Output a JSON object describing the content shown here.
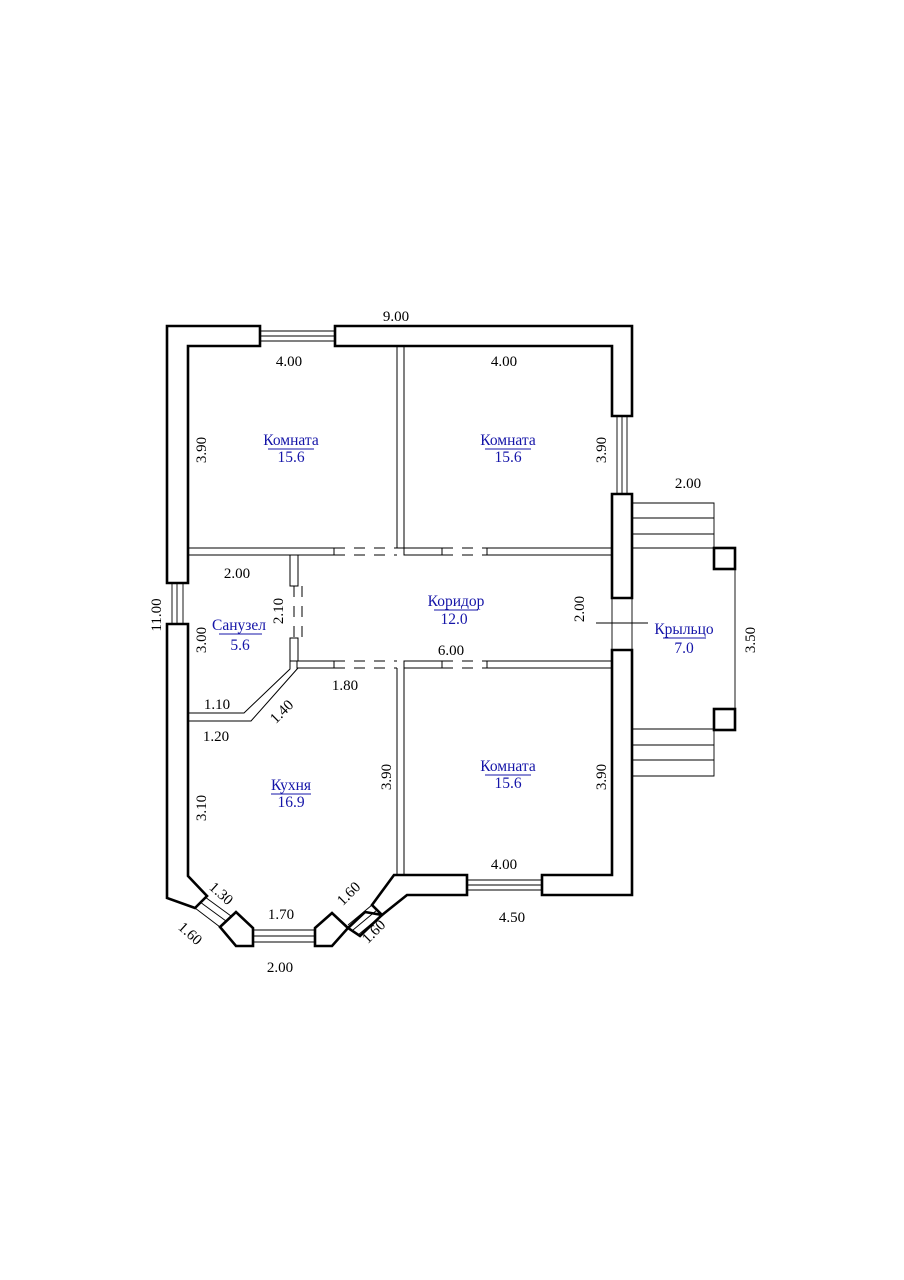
{
  "rooms": {
    "bedroom_nw": {
      "name": "Комната",
      "area": "15.6"
    },
    "bedroom_ne": {
      "name": "Комната",
      "area": "15.6"
    },
    "bedroom_se": {
      "name": "Комната",
      "area": "15.6"
    },
    "bathroom": {
      "name": "Санузел",
      "area": "5.6"
    },
    "corridor": {
      "name": "Коридор",
      "area": "12.0"
    },
    "kitchen": {
      "name": "Кухня",
      "area": "16.9"
    },
    "porch": {
      "name": "Крыльцо",
      "area": "7.0"
    }
  },
  "dimensions": {
    "total_width": "9.00",
    "total_height": "11.00",
    "nw_room_width": "4.00",
    "ne_room_width": "4.00",
    "nw_room_height": "3.90",
    "ne_room_height": "3.90",
    "porch_width": "2.00",
    "porch_depth": "3.50",
    "bathroom_width": "2.00",
    "bathroom_depth": "2.10",
    "bathroom_height": "3.00",
    "corridor_width": "2.00",
    "corridor_length": "6.00",
    "bath_offset": "1.80",
    "kitchen_angle_top": "1.10",
    "kitchen_angle_bottom": "1.20",
    "kitchen_diagonal": "1.40",
    "kitchen_wall_height": "3.10",
    "kitchen_right_height": "3.90",
    "se_room_height": "3.90",
    "se_room_window": "4.00",
    "se_room_width": "4.50",
    "bay_left_inner": "1.30",
    "bay_left_outer": "1.60",
    "bay_center_inner": "1.70",
    "bay_center_outer": "2.00",
    "bay_right_inner": "1.60",
    "bay_right_outer": "1.60"
  }
}
